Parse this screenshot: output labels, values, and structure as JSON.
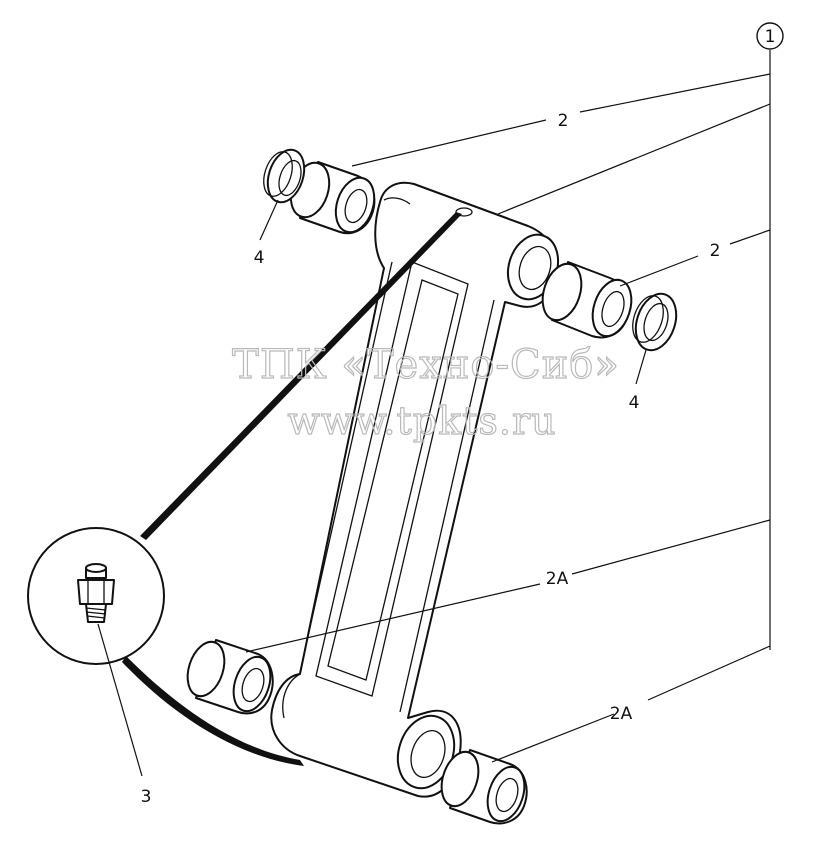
{
  "watermark": {
    "title": "ТПК «Техно-Сиб»",
    "url": "www.tpkts.ru"
  },
  "callouts": {
    "group": "1",
    "bushing_upper": "2",
    "bushing_lower": "2A",
    "grease_fitting": "3",
    "seal": "4"
  }
}
